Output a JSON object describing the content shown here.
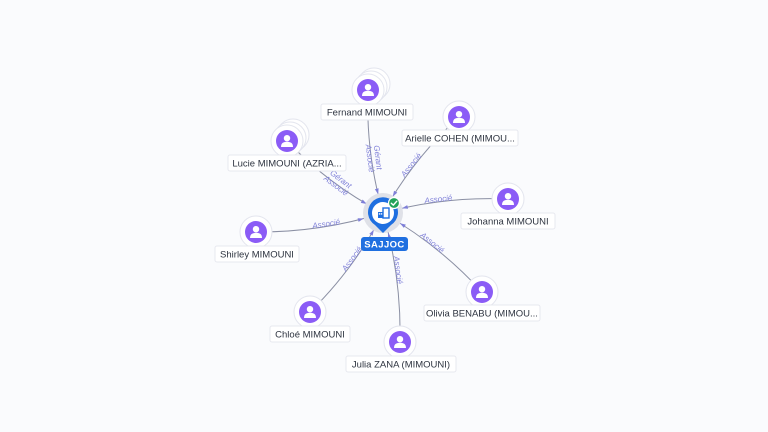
{
  "company": {
    "name": "SAJJOC",
    "verified_icon": "check-circle-icon",
    "type_icon": "building-icon"
  },
  "people": [
    {
      "id": "fernand",
      "name": "Fernand MIMOUNI",
      "relations": [
        "Gérant",
        "Associé"
      ],
      "stacked": true
    },
    {
      "id": "arielle",
      "name": "Arielle COHEN (MIMOU...",
      "relations": [
        "Associé"
      ],
      "stacked": false
    },
    {
      "id": "lucie",
      "name": "Lucie MIMOUNI (AZRIA...",
      "relations": [
        "Gérant",
        "Associé"
      ],
      "stacked": true
    },
    {
      "id": "johanna",
      "name": "Johanna MIMOUNI",
      "relations": [
        "Associé"
      ],
      "stacked": false
    },
    {
      "id": "shirley",
      "name": "Shirley MIMOUNI",
      "relations": [
        "Associé"
      ],
      "stacked": false
    },
    {
      "id": "olivia",
      "name": "Olivia BENABU (MIMOU...",
      "relations": [
        "Associé"
      ],
      "stacked": false
    },
    {
      "id": "chloe",
      "name": "Chloé MIMOUNI",
      "relations": [
        "Associé"
      ],
      "stacked": false
    },
    {
      "id": "julia",
      "name": "Julia ZANA (MIMOUNI)",
      "relations": [
        "Associé"
      ],
      "stacked": false
    }
  ],
  "colors": {
    "person_node": "#8b5cf6",
    "company_node": "#1f6fe0",
    "verified": "#22a35a",
    "edge": "#8a8fa3",
    "edge_label": "#7e7fd8"
  },
  "icons": {
    "person": "user-icon"
  }
}
